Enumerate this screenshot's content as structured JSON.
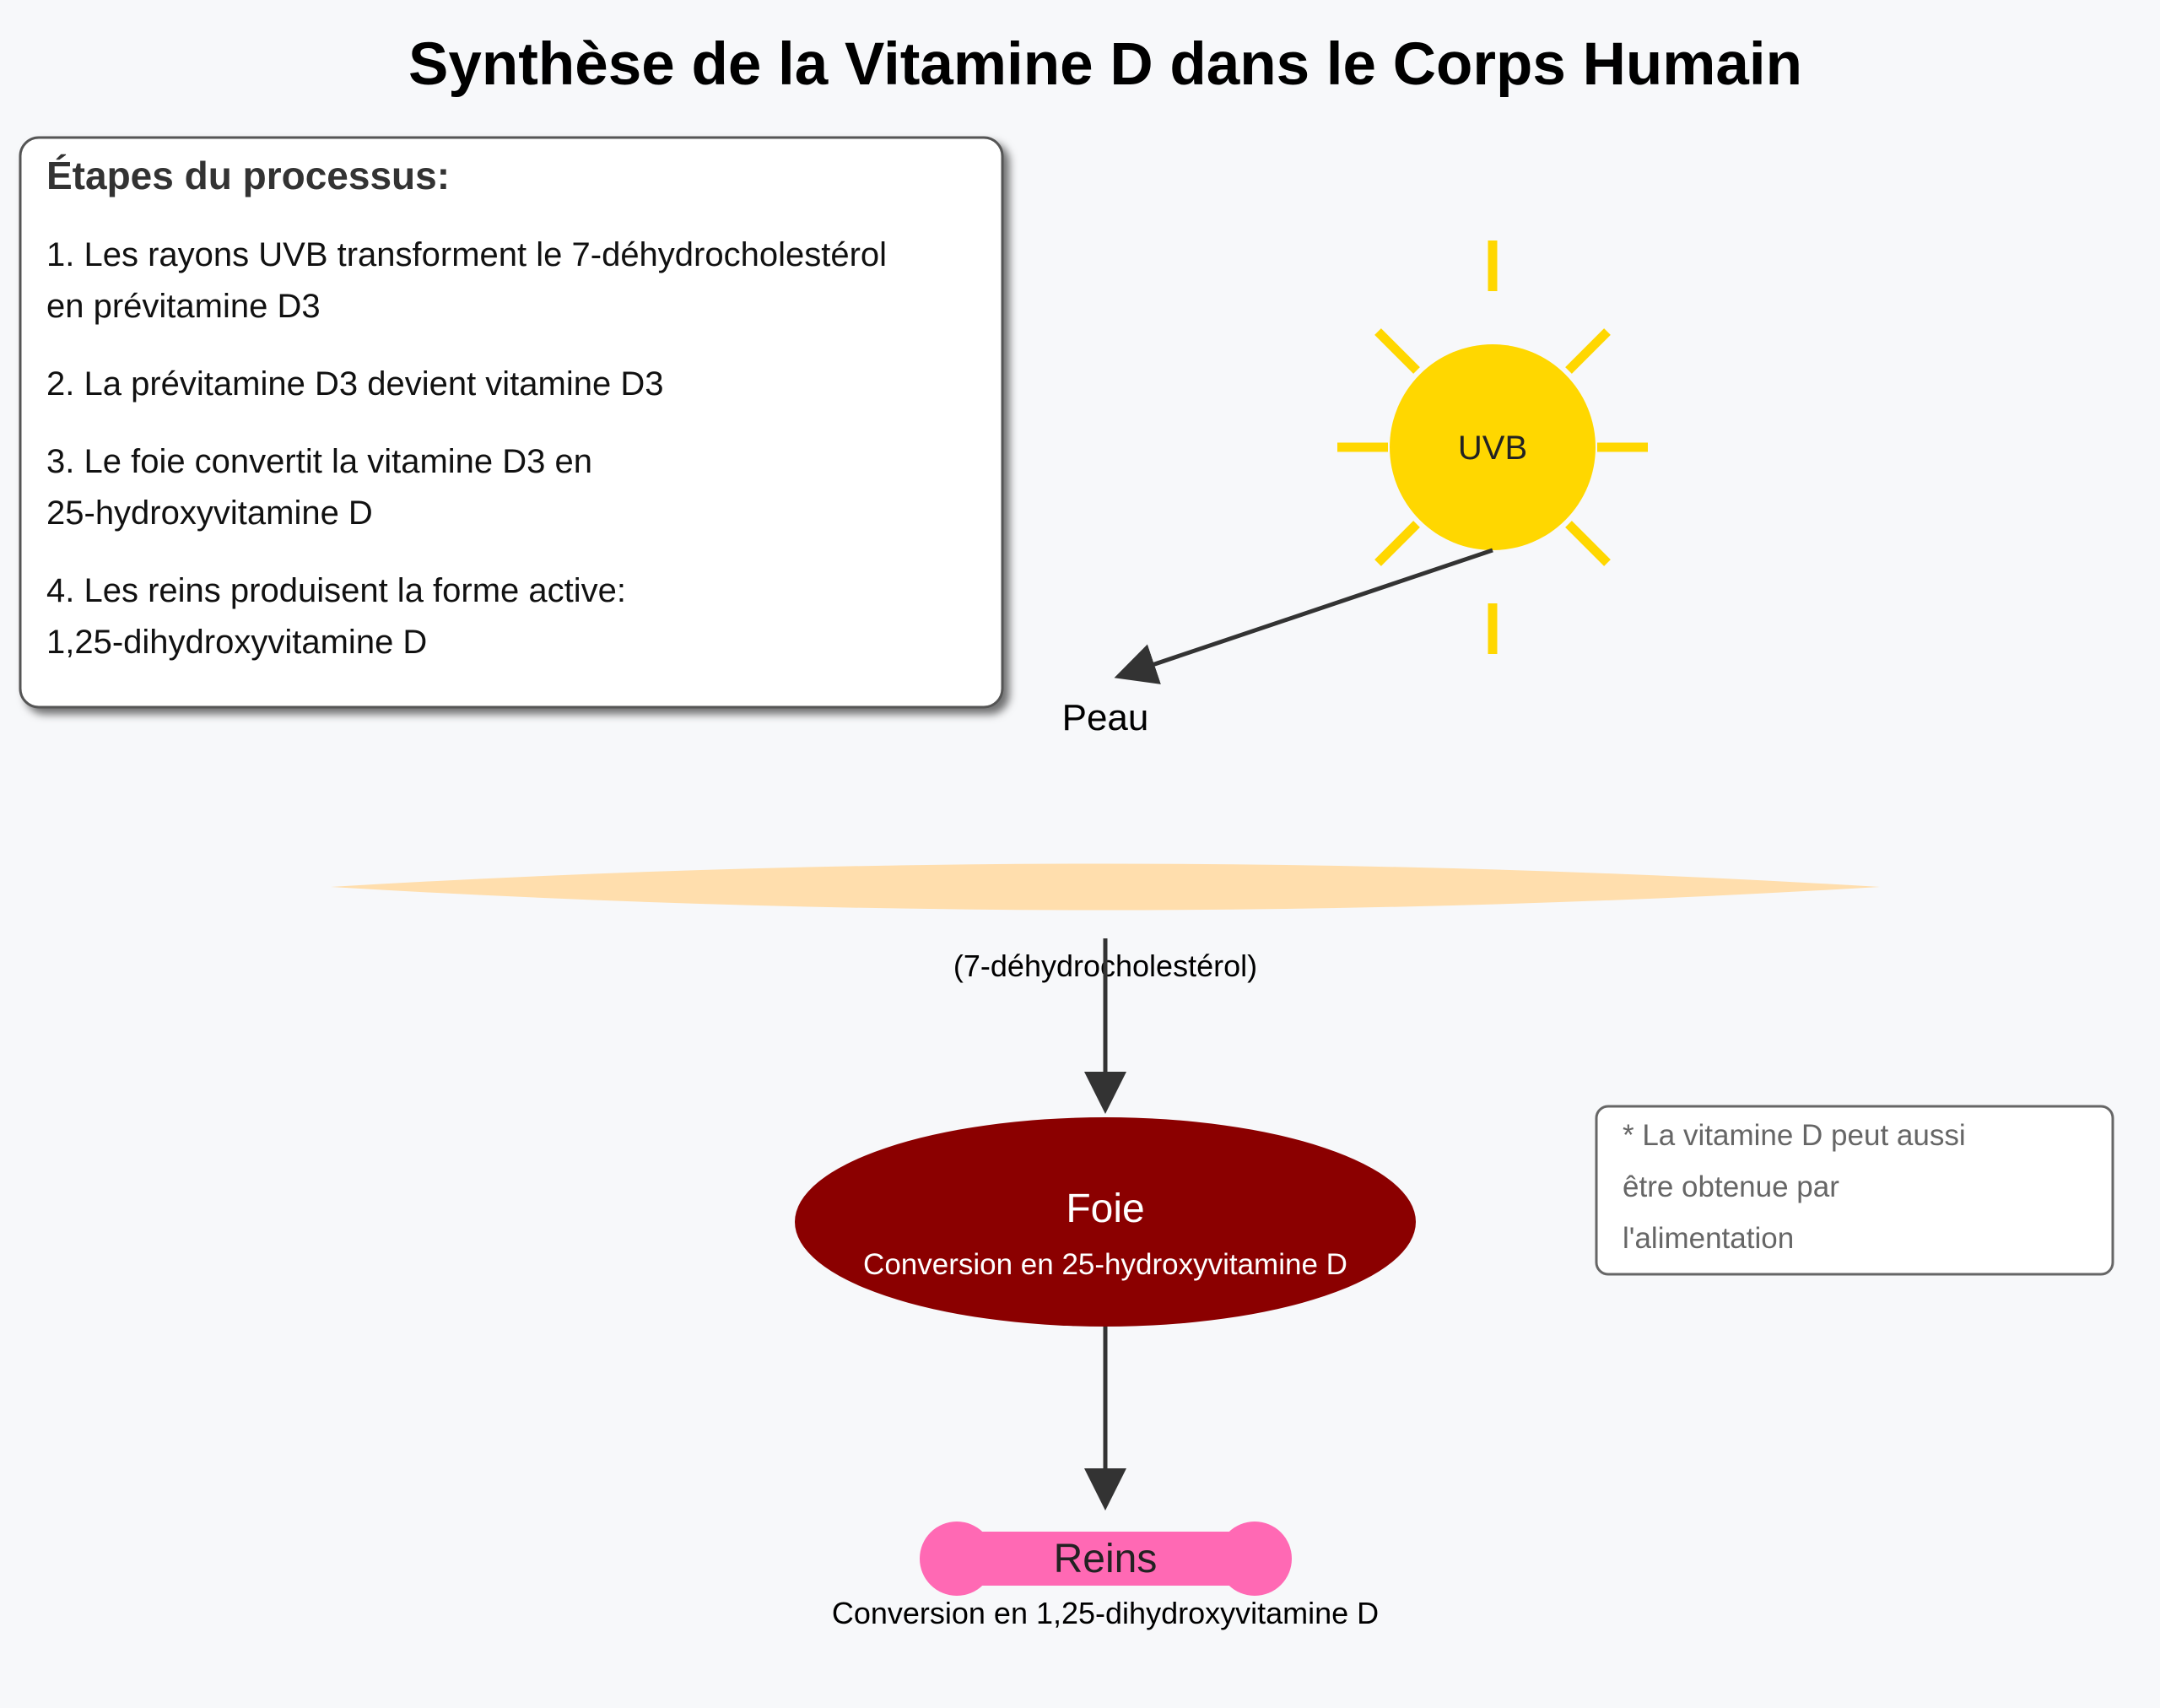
{
  "title": "Synthèse de la Vitamine D dans le Corps Humain",
  "steps_box": {
    "heading": "Étapes du processus:",
    "lines": [
      "1. Les rayons UVB transforment le 7-déhydrocholestérol",
      "en prévitamine D3",
      "2. La prévitamine D3 devient vitamine D3",
      "3. Le foie convertit la vitamine D3 en",
      "25-hydroxyvitamine D",
      "4. Les reins produisent la forme active:",
      "1,25-dihydroxyvitamine D"
    ]
  },
  "sun": {
    "label": "UVB",
    "color": "#ffd700"
  },
  "skin": {
    "label": "Peau",
    "sublabel": "(7-déhydrocholestérol)",
    "color": "#ffdead"
  },
  "liver": {
    "label": "Foie",
    "sublabel": "Conversion en 25-hydroxyvitamine D",
    "color": "#8b0000"
  },
  "kidneys": {
    "label": "Reins",
    "sublabel": "Conversion en 1,25-dihydroxyvitamine D",
    "color": "#ff69b4"
  },
  "note": {
    "lines": [
      "* La vitamine D peut aussi",
      "être obtenue par",
      "l'alimentation"
    ]
  },
  "colors": {
    "background": "#f7f8fa",
    "arrow": "#333333"
  }
}
